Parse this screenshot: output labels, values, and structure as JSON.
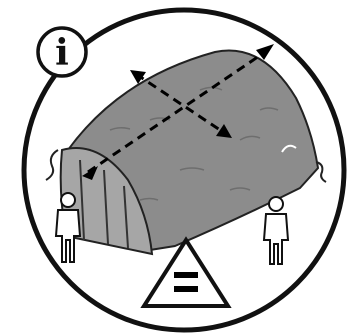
{
  "illustration": {
    "info_badge": {
      "glyph": "i",
      "icon": "info-icon"
    },
    "equals_badge": {
      "glyph": "=",
      "icon": "equals-warning-icon"
    },
    "subject": "shelter-tent",
    "figures": [
      "person-figure-left",
      "person-figure-right"
    ],
    "colors": {
      "outline": "#111111",
      "tent_fill": "#8c8c8c",
      "tent_end": "#a6a6a6",
      "background": "#ffffff"
    }
  }
}
